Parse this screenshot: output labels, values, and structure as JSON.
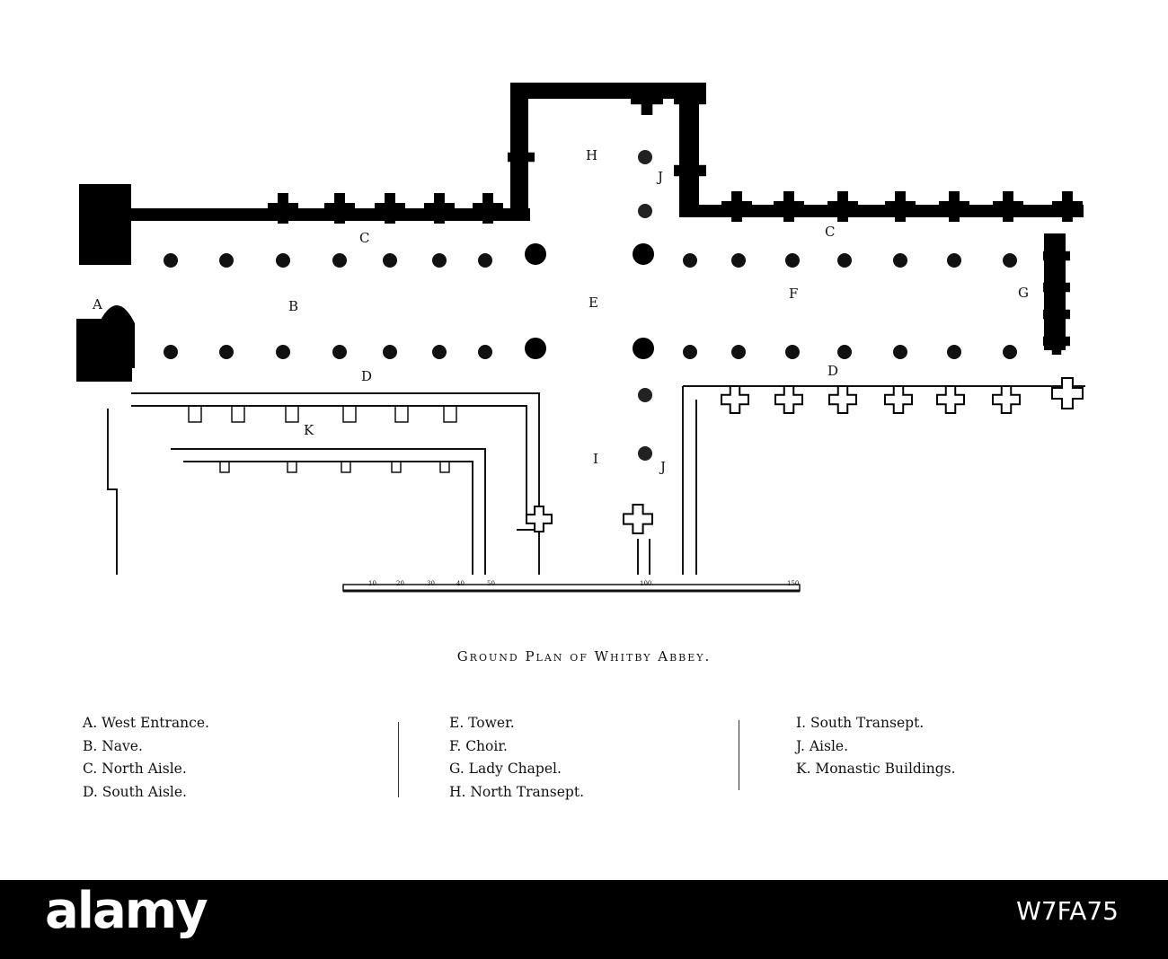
{
  "plan": {
    "letters": {
      "A": "A",
      "B": "B",
      "C": "C",
      "D": "D",
      "E": "E",
      "F": "F",
      "G": "G",
      "H": "H",
      "I": "I",
      "J": "J",
      "K": "K"
    },
    "scale": {
      "ticks": [
        "10",
        "20",
        "30",
        "40",
        "50",
        "100",
        "150"
      ]
    }
  },
  "caption": "Ground Plan of Whitby Abbey.",
  "legend": {
    "columns": [
      [
        "A. West Entrance.",
        "B. Nave.",
        "C. North Aisle.",
        "D. South Aisle."
      ],
      [
        "E. Tower.",
        "F. Choir.",
        "G. Lady Chapel.",
        "H. North Transept."
      ],
      [
        "I. South Transept.",
        "J. Aisle.",
        "K. Monastic Buildings."
      ]
    ]
  },
  "footer": {
    "brand": "alamy",
    "stock_id": "W7FA75"
  }
}
